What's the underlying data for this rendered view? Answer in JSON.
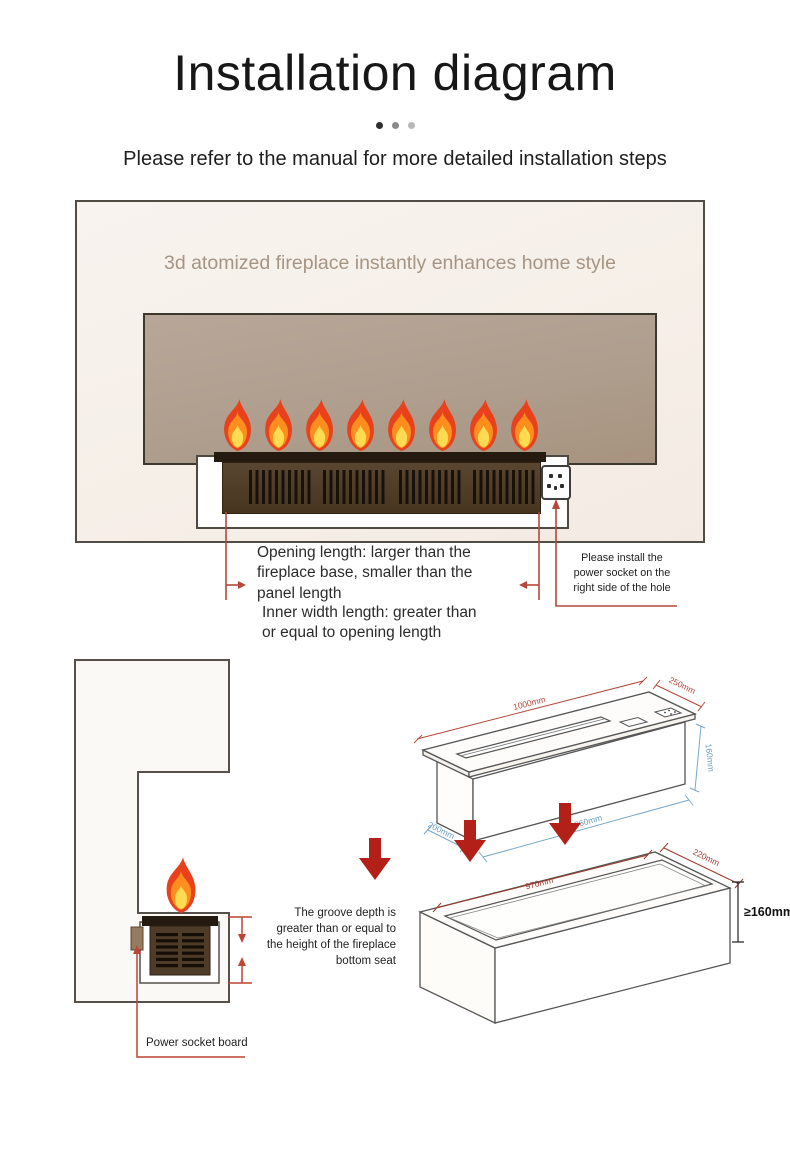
{
  "page": {
    "title": "Installation diagram",
    "subtitle": "Please refer to the manual for more detailed installation steps"
  },
  "wall_diagram": {
    "caption": "3d atomized fireplace instantly enhances home style",
    "opening_note": "Opening length: larger than the\nfireplace base, smaller than the\npanel length",
    "inner_width_note": "Inner width length: greater than\nor equal to opening length",
    "socket_note": "Please install the\npower socket on the\nright side of the hole"
  },
  "groove_diagram": {
    "depth_note": "The groove depth is\ngreater than or equal to\nthe height of the fireplace\nbottom seat",
    "socket_board_label": "Power socket board"
  },
  "unit_drawing": {
    "panel_length": "1000mm",
    "panel_width": "250mm",
    "body_height": "160mm",
    "body_length": "960mm",
    "body_width": "200mm"
  },
  "base_drawing": {
    "groove_length": "970mm",
    "groove_width": "220mm",
    "min_depth": "≥160mm"
  },
  "colors": {
    "annotation_red": "#b5483a",
    "arrow_red": "#b32017",
    "dim_blue": "#6b9dc2",
    "dim_red": "#b0493b",
    "wall_tan": "#b0a091",
    "fireplace_brown": "#4e3b28",
    "flame_orange": "#ff8e1e"
  }
}
